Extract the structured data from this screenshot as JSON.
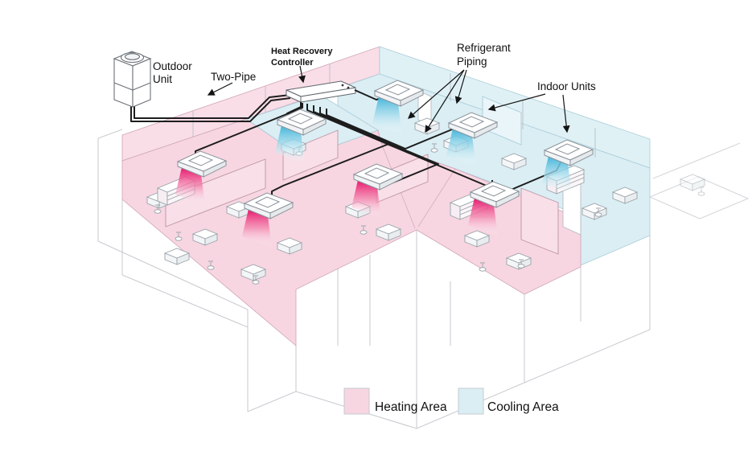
{
  "diagram": {
    "labels": {
      "outdoor_unit": [
        "Outdoor",
        "Unit"
      ],
      "two_pipe": "Two-Pipe",
      "heat_recovery_controller": [
        "Heat Recovery",
        "Controller"
      ],
      "refrigerant_piping": [
        "Refrigerant",
        "Piping"
      ],
      "indoor_units": "Indoor Units"
    },
    "legend": [
      {
        "label": "Heating Area",
        "color": "#f7d6e1"
      },
      {
        "label": "Cooling Area",
        "color": "#daeef4"
      }
    ],
    "colors": {
      "heating_area": "#f7d6e1",
      "heating_wall": "#f9dde7",
      "cooling_area": "#daeef4",
      "cooling_wall": "#e0f1f6",
      "heating_flow": "#e8136b",
      "cooling_flow": "#3fb4da",
      "piping": "#1d1d1d",
      "linework": "#99a2a9",
      "wireframe": "#c9cdd1"
    },
    "equipment": {
      "outdoor_units": 1,
      "indoor_units_cooling": 4,
      "indoor_units_heating": 4
    }
  }
}
